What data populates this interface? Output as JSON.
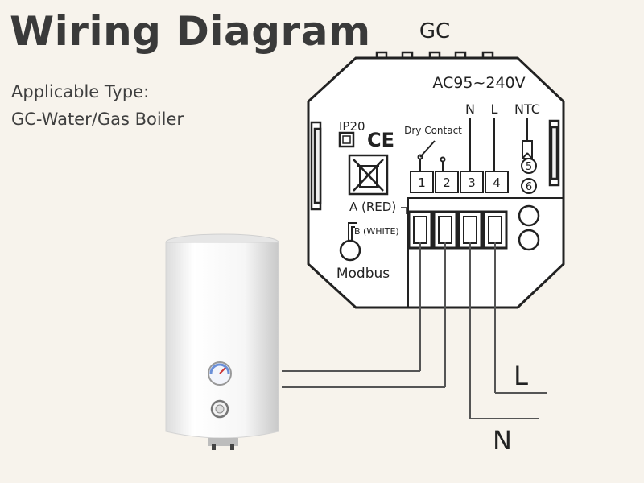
{
  "title": "Wiring Diagram",
  "applicable_label": "Applicable Type:",
  "applicable_type": "GC-Water/Gas Boiler",
  "device": {
    "name": "GC",
    "power": "AC95~240V",
    "ip_rating": "IP20",
    "ce_mark": "CE",
    "dry_contact": "Dry Contact",
    "terminal_n": "N",
    "terminal_l": "L",
    "ntc": "NTC",
    "terminals": [
      "1",
      "2",
      "3",
      "4"
    ],
    "ntc_terminals": [
      "5",
      "6"
    ],
    "wire_a": "A (RED)",
    "wire_b": "B (WHITE)",
    "modbus": "Modbus"
  },
  "mains": {
    "l_label": "L",
    "n_label": "N"
  },
  "colors": {
    "line": "#555555",
    "body": "#ffffff",
    "background": "#f7f3ec"
  }
}
